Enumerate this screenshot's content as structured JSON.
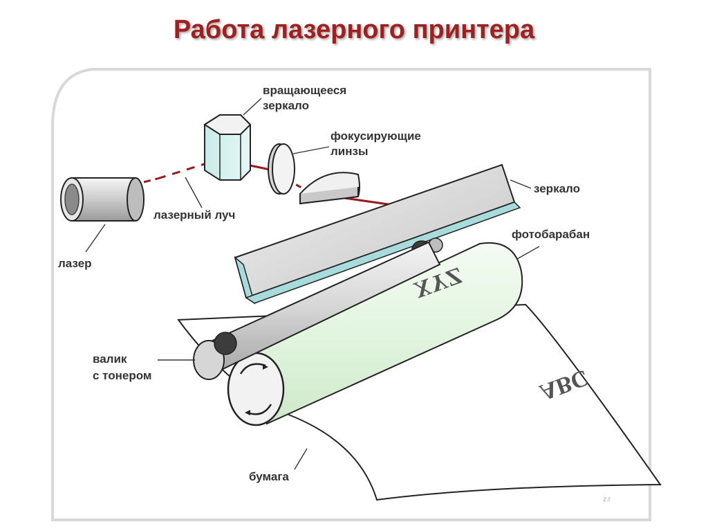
{
  "title": "Работа лазерного принтера",
  "labels": {
    "rotating_mirror": [
      "вращающееся",
      "зеркало"
    ],
    "focusing_lenses": [
      "фокусирующие",
      "линзы"
    ],
    "mirror": "зеркало",
    "laser_beam": "лазерный луч",
    "laser": "лазер",
    "drum": "фотобарабан",
    "toner_roller": [
      "валик",
      "с тонером"
    ],
    "paper": "бумага"
  },
  "drum_text": "XYZ",
  "paper_text": "ABC",
  "watermark": "z.r",
  "colors": {
    "title": "#a02020",
    "beam": "#9a1a1a",
    "drum": "#e4f6e2",
    "mirror_edge": "#a8dcdc"
  }
}
